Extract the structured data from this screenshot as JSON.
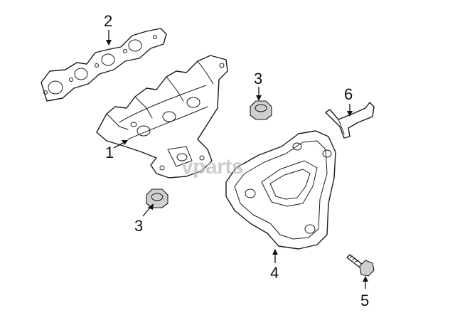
{
  "callouts": {
    "c1": "1",
    "c2": "2",
    "c3a": "3",
    "c3b": "3",
    "c4": "4",
    "c5": "5",
    "c6": "6"
  },
  "watermark": "vparts"
}
